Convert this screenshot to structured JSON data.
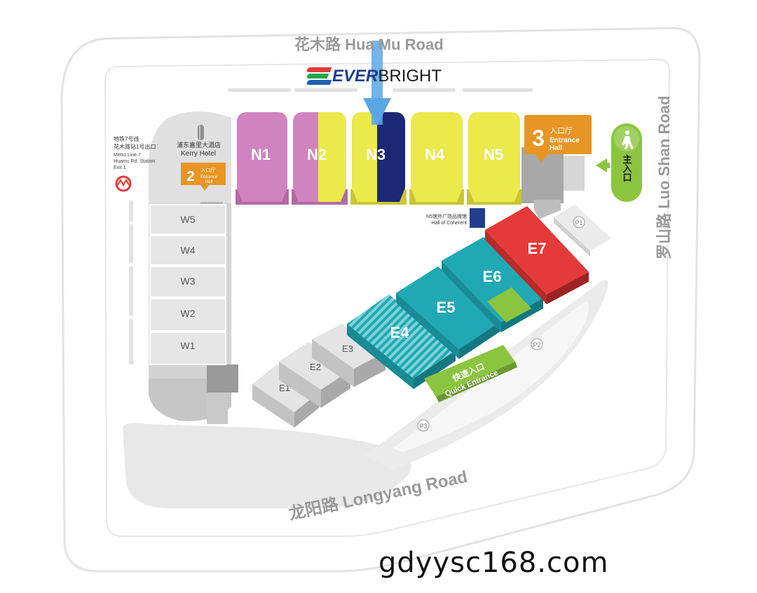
{
  "roads": {
    "north": "花木路  Hua Mu Road",
    "east": "罗山路  Luo Shan Road",
    "south": "龙阳路  Longyang Road"
  },
  "logo": {
    "part1": "EVER",
    "part2": "BRIGHT"
  },
  "metro": {
    "line1": "地铁7号线",
    "line2": "花木路站1号出口",
    "line3": "Metro Line 7",
    "line4": "Huamu Rd. Station",
    "line5": "Exit 1"
  },
  "hotel": {
    "cn": "浦东嘉里大酒店",
    "en": "Kerry Hotel"
  },
  "entrance2": {
    "num": "2",
    "cn": "入口厅",
    "en1": "Entrance",
    "en2": "Hall"
  },
  "entrance3": {
    "num": "3",
    "cn": "入口厅",
    "en1": "Entrance",
    "en2": "Hall"
  },
  "main_entrance": "主入口",
  "quick_entrance": {
    "cn": "快速入口",
    "en": "Quick Entrance"
  },
  "coherent": {
    "cn": "N5馆外广场品牌馆",
    "en": "Hall of Coherent"
  },
  "halls_north": [
    "N1",
    "N2",
    "N3",
    "N4",
    "N5"
  ],
  "halls_west": [
    "W5",
    "W4",
    "W3",
    "W2",
    "W1"
  ],
  "halls_east": [
    "E1",
    "E2",
    "E3",
    "E4",
    "E5",
    "E6",
    "E7"
  ],
  "parking": [
    "P1",
    "P2",
    "P3"
  ],
  "watermark": "gdyysc168.com",
  "colors": {
    "pink": "#d084bf",
    "yellow": "#ece94a",
    "navy": "#1c2873",
    "teal": "#20a9b4",
    "red": "#e53a3a",
    "orange": "#e79525",
    "green": "#8bc53f",
    "grey": "#d6d6d6",
    "arrow": "#5aa7e6"
  }
}
